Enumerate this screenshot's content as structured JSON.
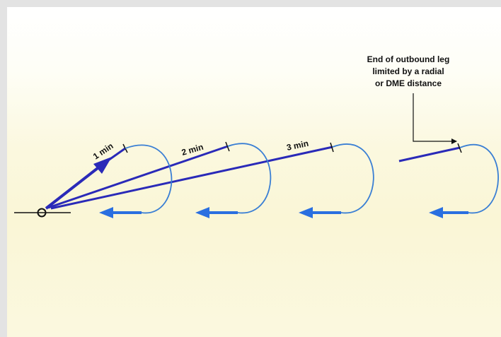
{
  "diagram": {
    "annotation": {
      "lines": [
        "End of outbound leg",
        "limited by a radial",
        "or DME distance"
      ]
    },
    "leg_labels": [
      "1 min",
      "2 min",
      "3 min"
    ],
    "colors": {
      "leg_line": "#2a2ab8",
      "turn_arc": "#3a7fd4",
      "return_arrow": "#2a6fe0",
      "fix": "#111111",
      "text": "#111111"
    }
  }
}
